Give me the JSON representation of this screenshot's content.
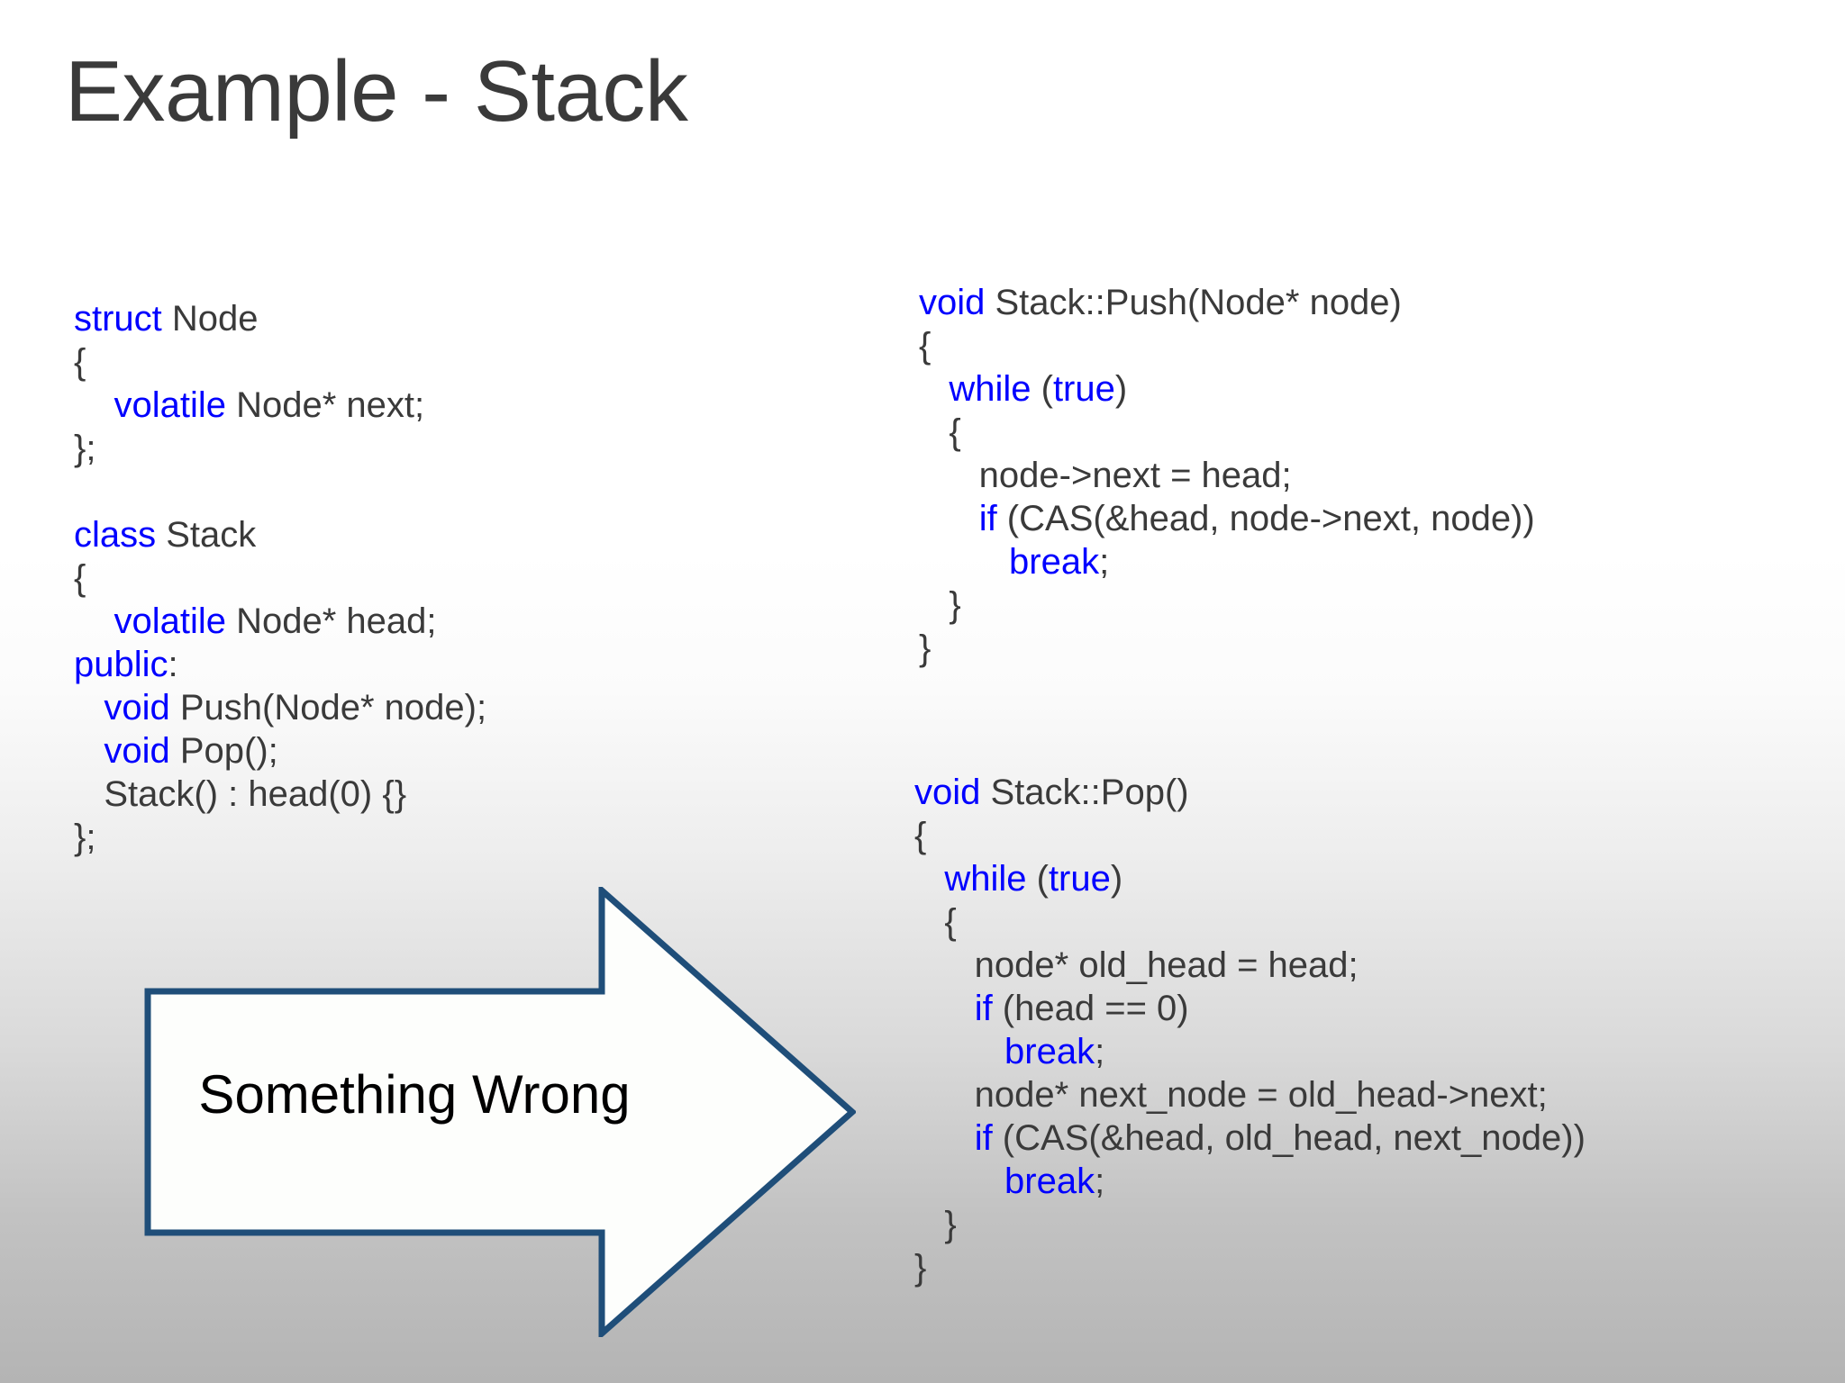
{
  "slide": {
    "title": "Example - Stack",
    "background": {
      "top_color": "#ffffff",
      "bottom_color": "#b4b4b4"
    }
  },
  "colors": {
    "keyword": "#0000FF",
    "code_text": "#3A3A3A",
    "title_text": "#3A3A3A",
    "arrow_outline": "#1F4E79",
    "arrow_fill": "#FDFEFC",
    "label_text": "#000000"
  },
  "code_left": {
    "name": "stack-class-declaration",
    "lines": [
      [
        {
          "t": "struct",
          "k": true
        },
        {
          "t": " Node",
          "k": false
        }
      ],
      [
        {
          "t": "{",
          "k": false
        }
      ],
      [
        {
          "t": "    ",
          "k": false
        },
        {
          "t": "volatile",
          "k": true
        },
        {
          "t": " Node* next;",
          "k": false
        }
      ],
      [
        {
          "t": "};",
          "k": false
        }
      ],
      [
        {
          "t": "",
          "k": false
        }
      ],
      [
        {
          "t": "class",
          "k": true
        },
        {
          "t": " Stack",
          "k": false
        }
      ],
      [
        {
          "t": "{",
          "k": false
        }
      ],
      [
        {
          "t": "    ",
          "k": false
        },
        {
          "t": "volatile",
          "k": true
        },
        {
          "t": " Node* head;",
          "k": false
        }
      ],
      [
        {
          "t": "public",
          "k": true
        },
        {
          "t": ":",
          "k": false
        }
      ],
      [
        {
          "t": "   ",
          "k": false
        },
        {
          "t": "void",
          "k": true
        },
        {
          "t": " Push(Node* node);",
          "k": false
        }
      ],
      [
        {
          "t": "   ",
          "k": false
        },
        {
          "t": "void",
          "k": true
        },
        {
          "t": " Pop();",
          "k": false
        }
      ],
      [
        {
          "t": "   Stack() : head(0) {}",
          "k": false
        }
      ],
      [
        {
          "t": "};",
          "k": false
        }
      ]
    ]
  },
  "code_push": {
    "name": "stack-push-implementation",
    "lines": [
      [
        {
          "t": "void",
          "k": true
        },
        {
          "t": " Stack::Push(Node* node)",
          "k": false
        }
      ],
      [
        {
          "t": "{",
          "k": false
        }
      ],
      [
        {
          "t": "   ",
          "k": false
        },
        {
          "t": "while",
          "k": true
        },
        {
          "t": " (",
          "k": false
        },
        {
          "t": "true",
          "k": true
        },
        {
          "t": ")",
          "k": false
        }
      ],
      [
        {
          "t": "   {",
          "k": false
        }
      ],
      [
        {
          "t": "      node->next = head;",
          "k": false
        }
      ],
      [
        {
          "t": "      ",
          "k": false
        },
        {
          "t": "if",
          "k": true
        },
        {
          "t": " (CAS(&head, node->next, node))",
          "k": false
        }
      ],
      [
        {
          "t": "         ",
          "k": false
        },
        {
          "t": "break",
          "k": true
        },
        {
          "t": ";",
          "k": false
        }
      ],
      [
        {
          "t": "   }",
          "k": false
        }
      ],
      [
        {
          "t": "}",
          "k": false
        }
      ]
    ]
  },
  "code_pop": {
    "name": "stack-pop-implementation",
    "lines": [
      [
        {
          "t": "void",
          "k": true
        },
        {
          "t": " Stack::Pop()",
          "k": false
        }
      ],
      [
        {
          "t": "{",
          "k": false
        }
      ],
      [
        {
          "t": "   ",
          "k": false
        },
        {
          "t": "while",
          "k": true
        },
        {
          "t": " (",
          "k": false
        },
        {
          "t": "true",
          "k": true
        },
        {
          "t": ")",
          "k": false
        }
      ],
      [
        {
          "t": "   {",
          "k": false
        }
      ],
      [
        {
          "t": "      node* old_head = head;",
          "k": false
        }
      ],
      [
        {
          "t": "      ",
          "k": false
        },
        {
          "t": "if",
          "k": true
        },
        {
          "t": " (head == 0)",
          "k": false
        }
      ],
      [
        {
          "t": "         ",
          "k": false
        },
        {
          "t": "break",
          "k": true
        },
        {
          "t": ";",
          "k": false
        }
      ],
      [
        {
          "t": "      node* next_node = old_head->next;",
          "k": false
        }
      ],
      [
        {
          "t": "      ",
          "k": false
        },
        {
          "t": "if",
          "k": true
        },
        {
          "t": " (CAS(&head, old_head, next_node))",
          "k": false
        }
      ],
      [
        {
          "t": "         ",
          "k": false
        },
        {
          "t": "break",
          "k": true
        },
        {
          "t": ";",
          "k": false
        }
      ],
      [
        {
          "t": "   }",
          "k": false
        }
      ],
      [
        {
          "t": "}",
          "k": false
        }
      ]
    ]
  },
  "arrow": {
    "label": "Something Wrong",
    "shape": "right-arrow"
  }
}
